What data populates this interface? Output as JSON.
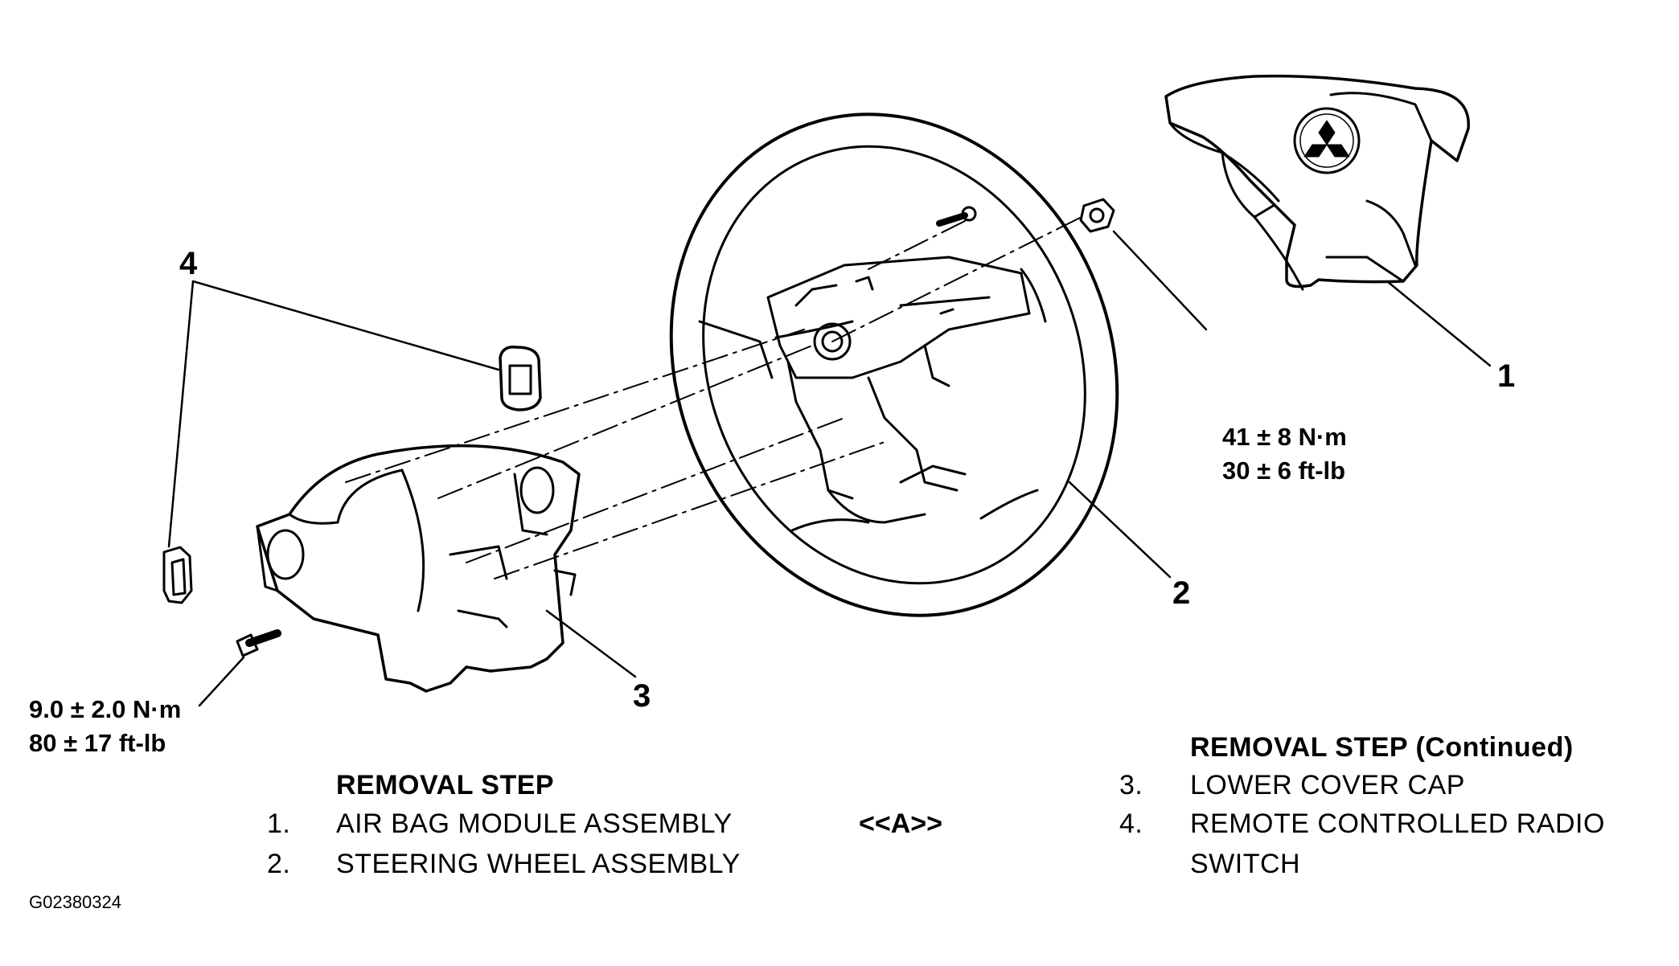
{
  "callouts": {
    "c1": "1",
    "c2": "2",
    "c3": "3",
    "c4": "4"
  },
  "torque": {
    "steering_nut_nm": "41 ± 8 N·m",
    "steering_nut_ftlb": "30 ± 6 ft-lb",
    "cover_bolt_nm": "9.0 ± 2.0 N·m",
    "cover_bolt_ftlb": "80 ± 17 ft-lb"
  },
  "removal_steps": {
    "heading": "REMOVAL STEP",
    "items": [
      {
        "num": "1.",
        "label": "AIR BAG MODULE ASSEMBLY",
        "ref": "<<A>>"
      },
      {
        "num": "2.",
        "label": "STEERING WHEEL ASSEMBLY"
      }
    ]
  },
  "removal_steps_continued": {
    "heading": "REMOVAL STEP (Continued)",
    "items": [
      {
        "num": "3.",
        "label": "LOWER COVER CAP"
      },
      {
        "num": "4.",
        "label": "REMOTE CONTROLLED RADIO",
        "label_line2": "SWITCH"
      }
    ]
  },
  "figure_code": "G02380324"
}
